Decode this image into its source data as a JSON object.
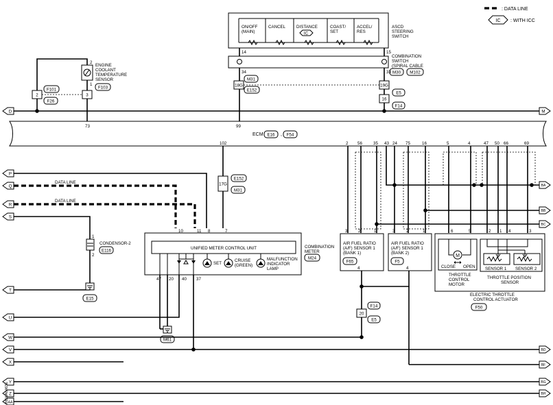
{
  "legend": {
    "data_line": ": DATA LINE",
    "ic_tag": "IC",
    "with_icc": ": WITH ICC"
  },
  "ascd": {
    "title": [
      "ASCD",
      "STEERING",
      "SWITCH"
    ],
    "switches": [
      [
        "ON/OFF",
        "(MAIN)"
      ],
      [
        "CANCEL"
      ],
      [
        "DISTANCE"
      ],
      [
        "COAST/",
        "SET"
      ],
      [
        "ACCEL/",
        "RES"
      ]
    ],
    "ic_tag": "IC",
    "pins": [
      "14",
      "15"
    ]
  },
  "combination_switch": {
    "title": [
      "COMBINATION",
      "SWITCH",
      "(SPIRAL CABLE"
    ],
    "pins": [
      "34",
      "33"
    ],
    "connectors": [
      "M30",
      "M102"
    ]
  },
  "engine_coolant": {
    "title": [
      "ENGINE",
      "COOLANT",
      "TEMPERATURE",
      "SENSOR"
    ],
    "pins": [
      "2",
      "1"
    ],
    "connector": "F103"
  },
  "connectors": {
    "f101": "F101",
    "f26": "F26",
    "pin_2": "2",
    "pin_3": "3",
    "m31": "M31",
    "e152": "E152",
    "pin_18g": "18G",
    "pin_19g": "19G",
    "e5": "E5",
    "f14": "F14",
    "pin_16": "16",
    "e152b": "E152",
    "m31b": "M31",
    "pin_17g": "17G",
    "e116": "E116",
    "e15": "E15",
    "m61": "M61",
    "f14b": "F14",
    "e5b": "E5",
    "pin_20": "20"
  },
  "ecm": {
    "label": "ECM",
    "connectors": [
      "E16",
      "F54"
    ],
    "top_pins": [
      "73",
      "99"
    ],
    "bottom_pins": [
      "102",
      "2",
      "56",
      "35",
      "43",
      "24",
      "75",
      "16",
      "5",
      "4",
      "47",
      "50",
      "66",
      "69"
    ]
  },
  "data_lines": [
    "DATA LINE",
    "DATA LINE"
  ],
  "condenser": {
    "label": "CONDENSOR-2",
    "pins": [
      "1",
      "2"
    ]
  },
  "meter": {
    "unit_label": "UNIFIED METER CONTROL UNIT",
    "title": [
      "COMBINATION",
      "METER"
    ],
    "connector": "M24",
    "top_pins": [
      "10",
      "11",
      "8",
      "7"
    ],
    "bottom_pins": [
      "47",
      "20",
      "40",
      "37"
    ],
    "lamps": [
      [
        "SET"
      ],
      [
        "CRUISE",
        "(GREEN)"
      ],
      [
        "MALFUNCTION",
        "INDICATOR",
        "LAMP"
      ]
    ]
  },
  "af_bank1": {
    "title": [
      "AIR FUEL RATIO",
      "(A/F) SENSOR 1",
      "(BANK 1)"
    ],
    "connector": "F65",
    "pins": [
      "3",
      "2",
      "1",
      "4"
    ]
  },
  "af_bank2": {
    "title": [
      "AIR FUEL RATIO",
      "(A/F) SENSOR 1",
      "(BANK 2)"
    ],
    "connector": "F5",
    "pins": [
      "3",
      "2",
      "1",
      "4"
    ]
  },
  "throttle": {
    "motor_symbol": "M",
    "close": "CLOSE",
    "open": "OPEN",
    "motor_title": [
      "THROTTLE",
      "CONTROL",
      "MOTOR"
    ],
    "sensor1": "SENSOR 1",
    "sensor2": "SENSOR 2",
    "position_title": [
      "THROTTLE POSITION",
      "SENSOR"
    ],
    "actuator_title": [
      "ELECTRIC THROTTLE",
      "CONTROL ACTUATOR"
    ],
    "connector": "F50",
    "pins": [
      "6",
      "5",
      "2",
      "1",
      "4",
      "3"
    ]
  },
  "off_page_left": [
    "D",
    "P",
    "Q",
    "R",
    "S",
    "T",
    "U",
    "V",
    "W",
    "X",
    "Y",
    "Z",
    "AA"
  ],
  "off_page_right": [
    "M",
    "BA",
    "BB",
    "BC",
    "BD",
    "BE",
    "BF",
    "BG",
    "BH"
  ],
  "footer_code": "BBWA0463E"
}
